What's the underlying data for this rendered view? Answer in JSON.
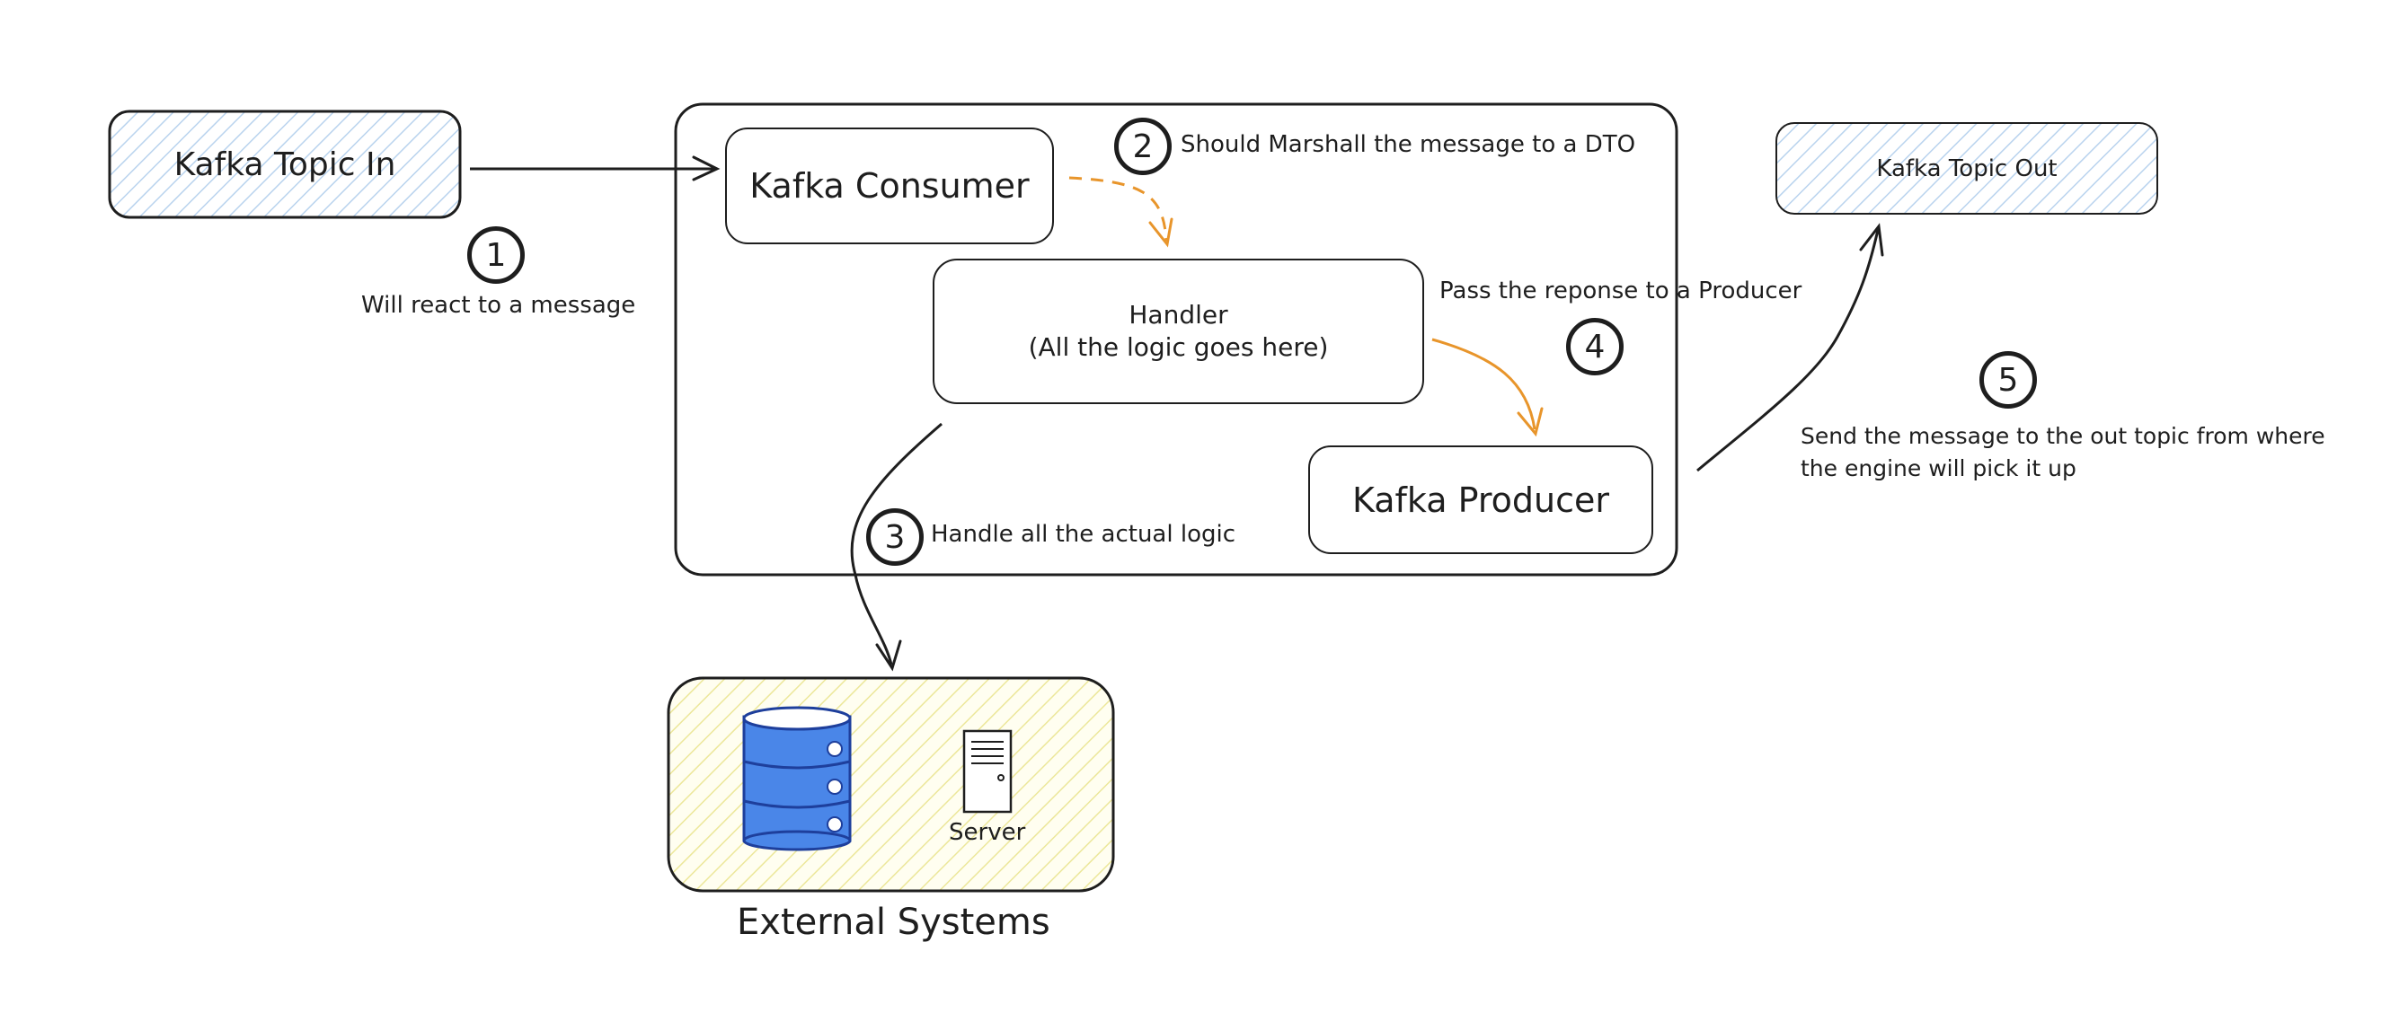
{
  "nodes": {
    "topic_in": "Kafka Topic In",
    "consumer": "Kafka Consumer",
    "handler": "Handler\n(All the logic goes here)",
    "producer": "Kafka Producer",
    "topic_out": "Kafka Topic Out",
    "external_title": "External Systems",
    "server_label": "Server"
  },
  "steps": [
    {
      "number": "1",
      "text": "Will react to a message"
    },
    {
      "number": "2",
      "text": "Should Marshall the message to a DTO"
    },
    {
      "number": "3",
      "text": "Handle all the actual logic"
    },
    {
      "number": "4",
      "text": "Pass the reponse to a Producer"
    },
    {
      "number": "5",
      "text": "Send the message to the out topic from where\nthe engine will pick it up"
    }
  ],
  "colors": {
    "stroke": "#1e1e1e",
    "topic_fill": "#d7e6f5",
    "external_fill": "#f5f3c8",
    "accent_arrow": "#e8952b",
    "db_blue": "#4a86e8"
  },
  "icons": {
    "database": "database-icon",
    "server": "server-icon"
  }
}
